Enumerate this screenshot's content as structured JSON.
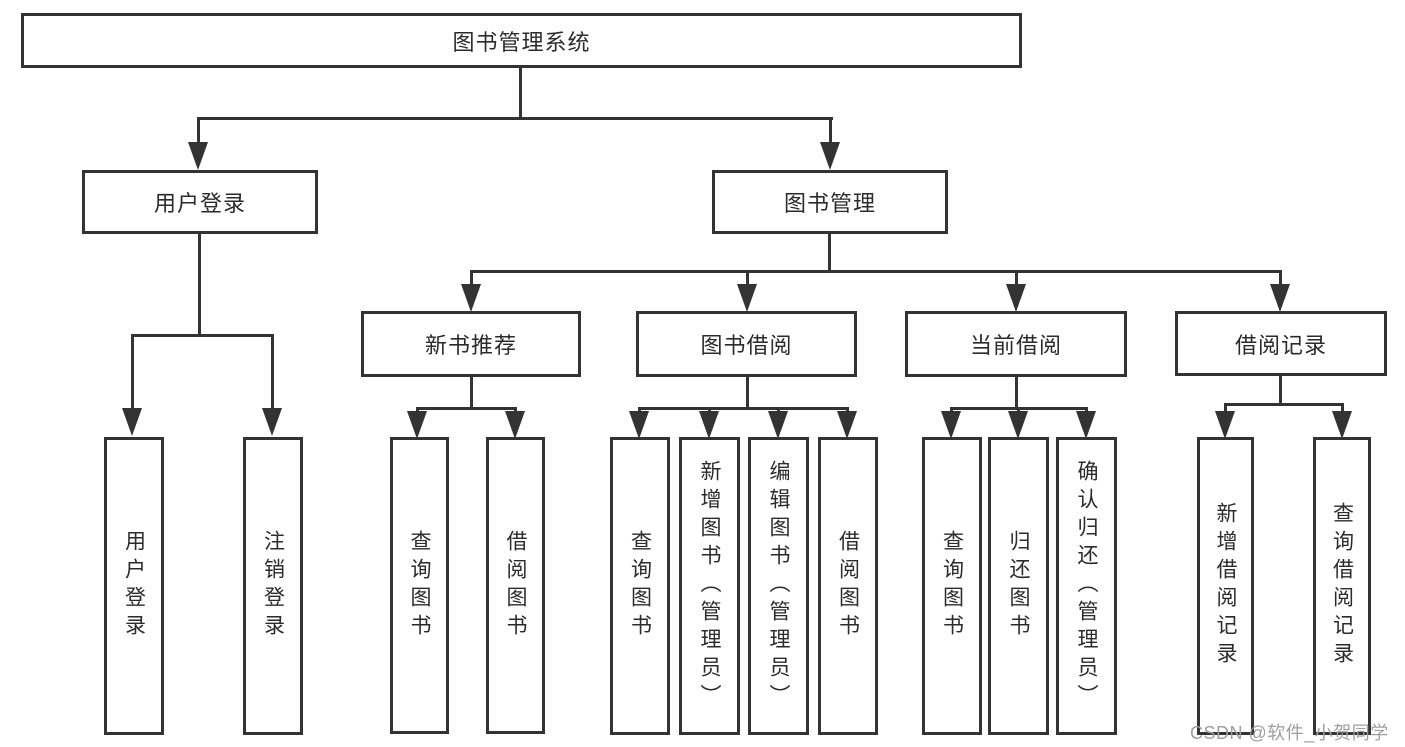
{
  "diagram": {
    "root": {
      "label": "图书管理系统"
    },
    "level2": {
      "user_login": {
        "label": "用户登录"
      },
      "book_mgmt": {
        "label": "图书管理"
      }
    },
    "level3": {
      "new_book_rec": {
        "label": "新书推荐"
      },
      "book_borrow": {
        "label": "图书借阅"
      },
      "current_borrow": {
        "label": "当前借阅"
      },
      "borrow_record": {
        "label": "借阅记录"
      }
    },
    "leaves": {
      "user_login": [
        "用户登录",
        "注销登录"
      ],
      "new_book_rec": [
        "查询图书",
        "借阅图书"
      ],
      "book_borrow": [
        "查询图书",
        "新增图书（管理员）",
        "编辑图书（管理员）",
        "借阅图书"
      ],
      "current_borrow": [
        "查询图书",
        "归还图书",
        "确认归还（管理员）"
      ],
      "borrow_record": [
        "新增借阅记录",
        "查询借阅记录"
      ]
    },
    "watermark": "CSDN @软件_小贺同学",
    "colors": {
      "line": "#333333",
      "text": "#2b2b2b",
      "watermark": "#9e9e9e",
      "background": "#ffffff"
    }
  }
}
